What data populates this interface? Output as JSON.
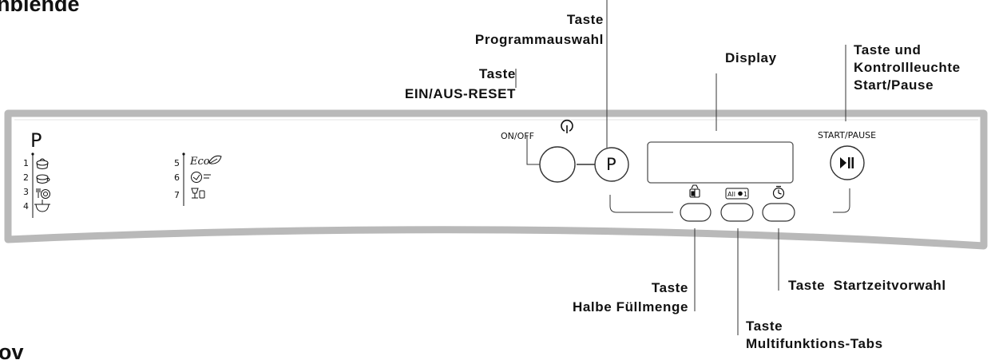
{
  "heading_top": "nblende",
  "heading_bottom": "ov",
  "panel": {
    "program_letter": "P",
    "on_off_label": "ON/OFF",
    "start_pause_label": "START/PAUSE",
    "p_button_label": "P",
    "programs_col1": [
      "1",
      "2",
      "3",
      "4"
    ],
    "programs_col2": [
      "5",
      "6",
      "7"
    ],
    "eco_label": "Eco"
  },
  "callouts": {
    "programmauswahl": {
      "line1": "Taste",
      "line2": "Programmauswahl"
    },
    "ein_aus": {
      "line1": "Taste",
      "line2": "EIN/AUS-RESET"
    },
    "display": {
      "line1": "Display"
    },
    "start_pause": {
      "line1": "Taste und",
      "line2": "Kontrollleuchte",
      "line3": "Start/Pause"
    },
    "halbe": {
      "line1": "Taste",
      "line2": "Halbe Füllmenge"
    },
    "startzeit": {
      "line1": "Taste  Startzeitvorwahl"
    },
    "multi": {
      "line1": "Taste",
      "line2": "Multifunktions-Tabs"
    }
  },
  "icons": [
    "power-icon",
    "play-pause-icon",
    "half-load-icon",
    "multi-tabs-icon",
    "delay-timer-icon",
    "program-1-pot-icon",
    "program-2-cup-icon",
    "program-3-plate-icon",
    "program-4-bowl-icon",
    "program-5-eco-leaf-icon",
    "program-6-quick-icon",
    "program-7-glass-icon"
  ]
}
